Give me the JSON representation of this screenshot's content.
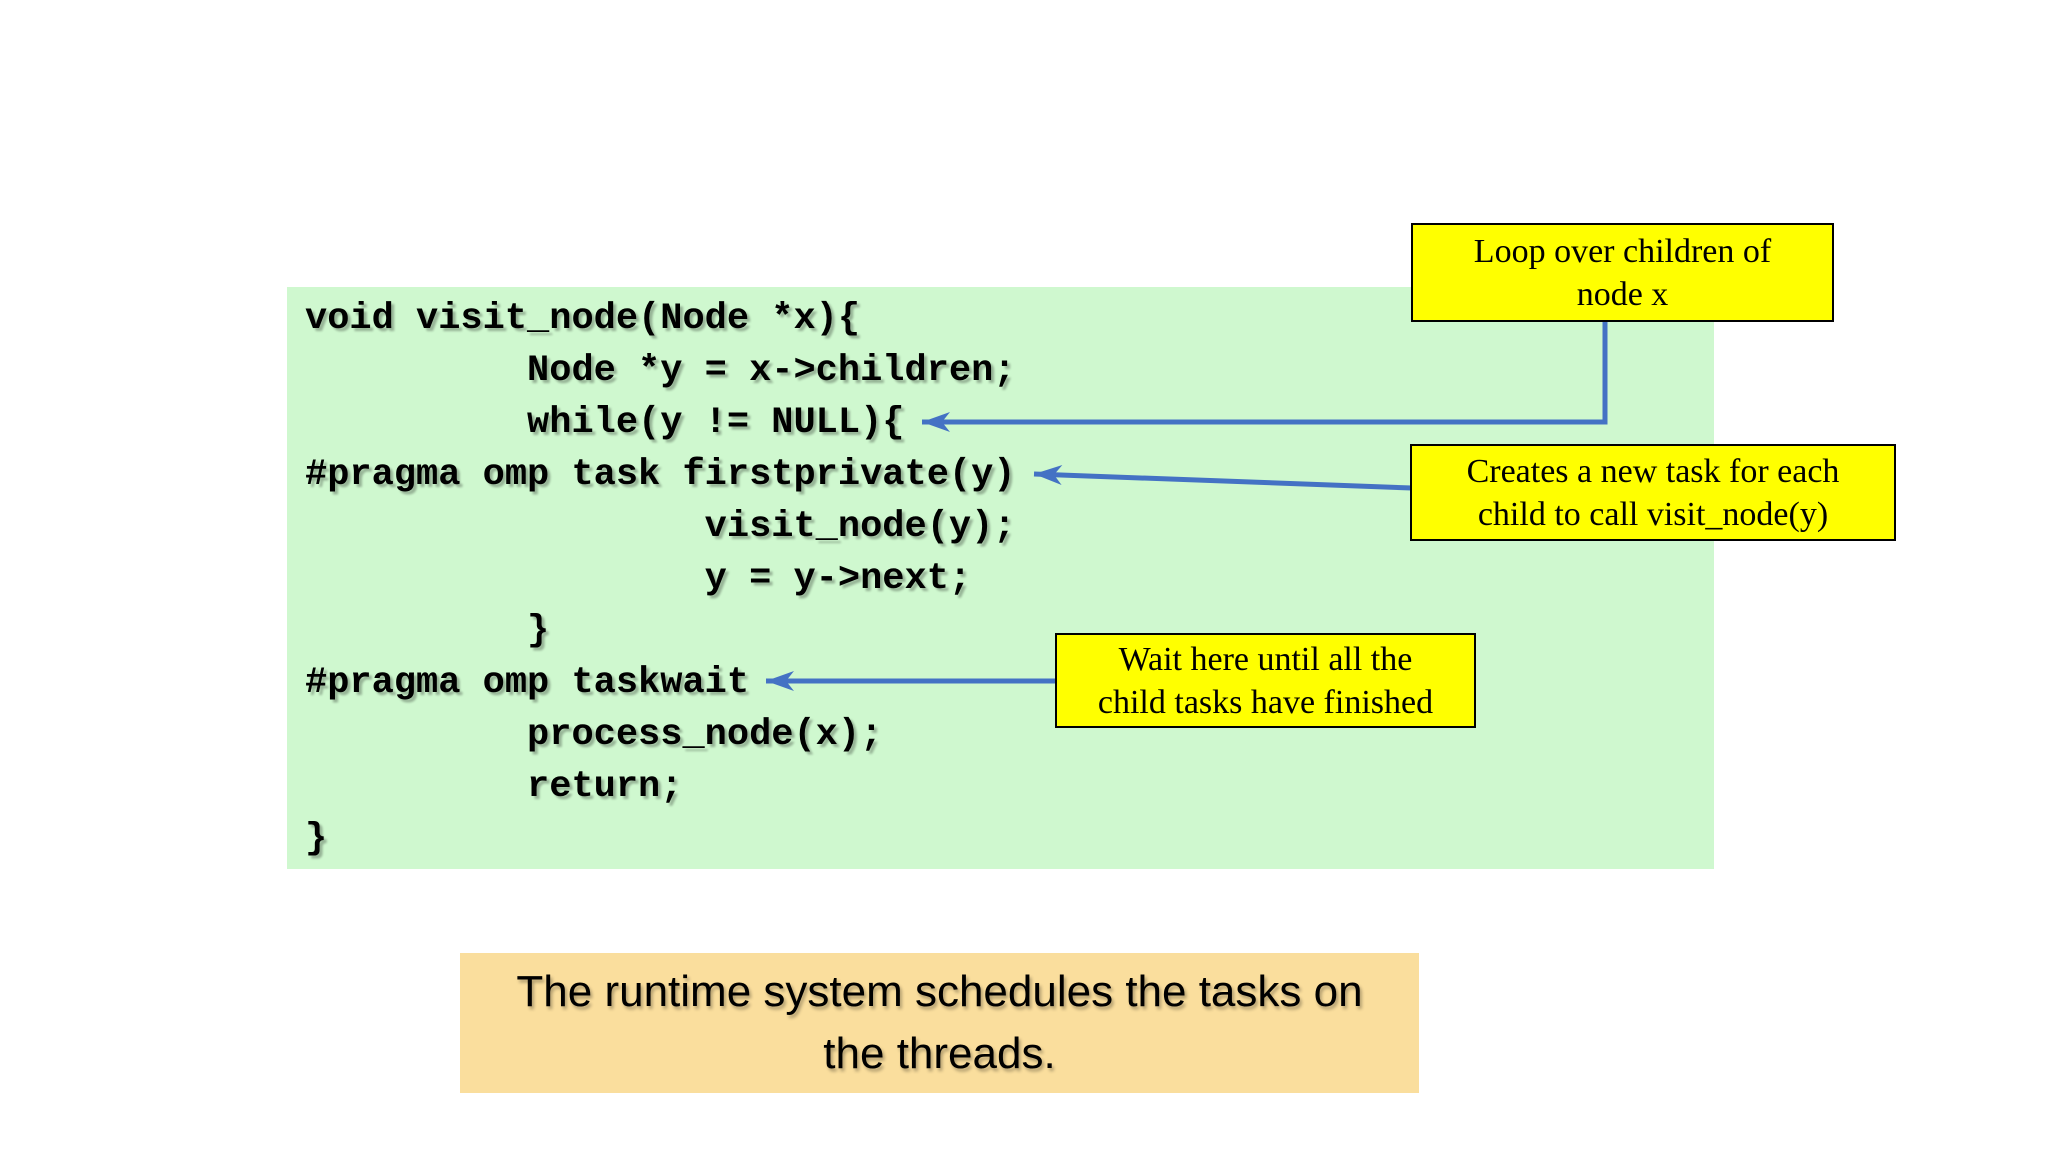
{
  "colors": {
    "page_bg": "#FFFFFF",
    "code_panel_bg": "#CFF8CF",
    "callout_bg": "#FFFF00",
    "callout_border": "#000000",
    "arrow_blue": "#4472C4",
    "note_bg": "#FADE9D",
    "text": "#000000"
  },
  "code_panel": {
    "code_lines": [
      "void visit_node(Node *x){",
      "          Node *y = x->children;",
      "          while(y != NULL){",
      "#pragma omp task firstprivate(y)",
      "                  visit_node(y);",
      "                  y = y->next;",
      "          }",
      "#pragma omp taskwait",
      "          process_node(x);",
      "          return;",
      "}"
    ]
  },
  "callouts": {
    "loop": {
      "lines": [
        "Loop over children of",
        "node x"
      ],
      "points_to": "while(y != NULL){"
    },
    "task": {
      "lines": [
        "Creates a new task for each",
        "child to call visit_node(y)"
      ],
      "points_to": "#pragma omp task firstprivate(y)"
    },
    "wait": {
      "lines": [
        "Wait here until all the",
        "child tasks have finished"
      ],
      "points_to": "#pragma omp taskwait"
    }
  },
  "note": {
    "lines": [
      "The runtime system schedules the tasks on",
      "the threads."
    ]
  }
}
